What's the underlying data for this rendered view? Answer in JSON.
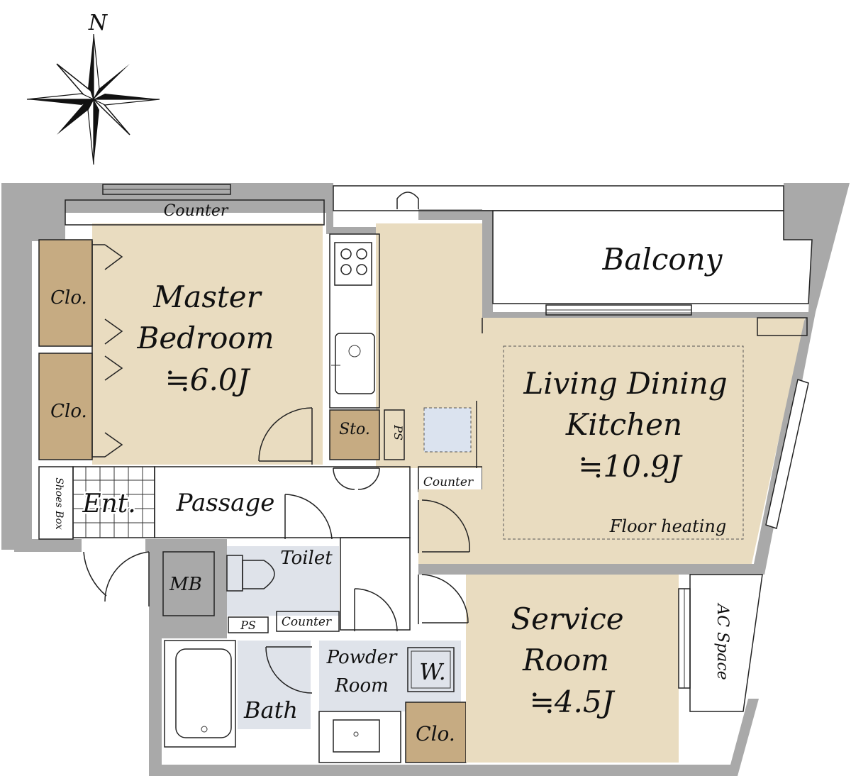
{
  "compass": {
    "north_label": "N"
  },
  "rooms": {
    "master_bedroom": {
      "name_line1": "Master",
      "name_line2": "Bedroom",
      "size": "≒6.0J"
    },
    "ldk": {
      "name_line1": "Living Dining",
      "name_line2": "Kitchen",
      "size": "≒10.9J",
      "note": "Floor heating"
    },
    "service_room": {
      "name_line1": "Service",
      "name_line2": "Room",
      "size": "≒4.5J"
    },
    "balcony": "Balcony",
    "passage": "Passage",
    "entrance": "Ent.",
    "toilet": "Toilet",
    "bath": "Bath",
    "powder_room_line1": "Powder",
    "powder_room_line2": "Room",
    "ac_space": "AC Space"
  },
  "labels": {
    "counter_top": "Counter",
    "counter_kitchen": "Counter",
    "counter_toilet": "Counter",
    "closet_1": "Clo.",
    "closet_2": "Clo.",
    "closet_3": "Clo.",
    "storage": "Sto.",
    "ps_kitchen": "PS",
    "ps_toilet": "PS",
    "shoes_box": "Shoes Box",
    "meter_box": "MB",
    "washer": "W."
  }
}
